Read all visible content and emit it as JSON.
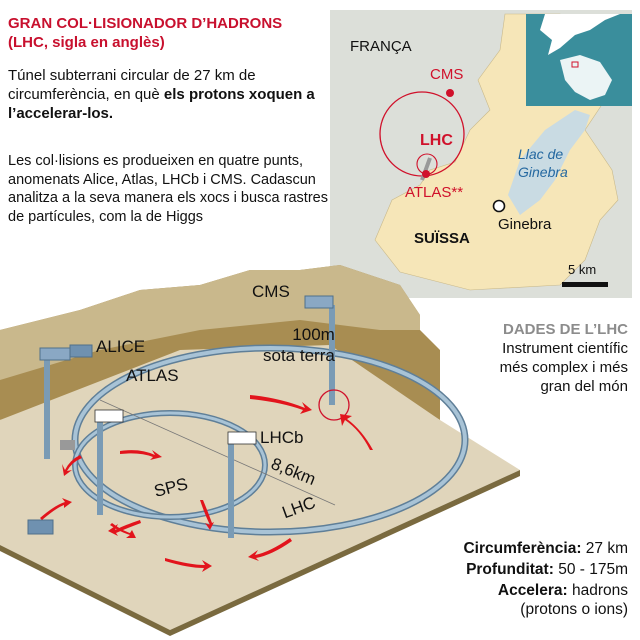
{
  "header": {
    "title_line1": "GRAN COL·LISIONADOR D’HADRONS",
    "title_line2": "(LHC, sigla en anglès)",
    "title_color": "#c8102e"
  },
  "intro": {
    "text_plain": "Túnel subterrani circular de 27 km de circumferència, en què ",
    "text_bold": "els protons xoquen a l’accelerar-los."
  },
  "description": "Les col·lisions es produeixen en quatre punts, anomenats Alice, Atlas, LHCb i CMS. Cadascun analitza a la seva manera els xocs i busca rastres de partícules, com la de Higgs",
  "map": {
    "country_france": "FRANÇA",
    "country_switzerland": "SUÏSSA",
    "label_cms": "CMS",
    "label_lhc": "LHC",
    "label_atlas": "ATLAS**",
    "lake_line1": "Llac de",
    "lake_line2": "Ginebra",
    "city": "Ginebra",
    "scale": "5 km",
    "colors": {
      "france": "#dcdfd9",
      "switzerland": "#f6e6b8",
      "lake": "#c9dbe3",
      "inset_sea": "#3a8e9c",
      "accent": "#d0112b"
    }
  },
  "diagram": {
    "labels": {
      "cms": "CMS",
      "depth_line1": "100m",
      "depth_line2": "sota terra",
      "alice": "ALICE",
      "atlas": "ATLAS",
      "lhcb": "LHCb",
      "distance": "8,6km",
      "sps": "SPS",
      "lhc": "LHC"
    },
    "colors": {
      "ground": "#e0d5bb",
      "rock": "#a08545",
      "tunnel": "#8fb0c8",
      "arrows": "#e2141c"
    }
  },
  "dades": {
    "heading": "DADES DE L’LHC",
    "line1": "Instrument científic",
    "line2": "més complex i més",
    "line3": "gran del món"
  },
  "facts": [
    {
      "label": "Circumferència:",
      "value": " 27 km"
    },
    {
      "label": "Profunditat:",
      "value": " 50 - 175m"
    },
    {
      "label": "Accelera:",
      "value": " hadrons"
    },
    {
      "label": "",
      "value": "(protons o ions)"
    }
  ]
}
